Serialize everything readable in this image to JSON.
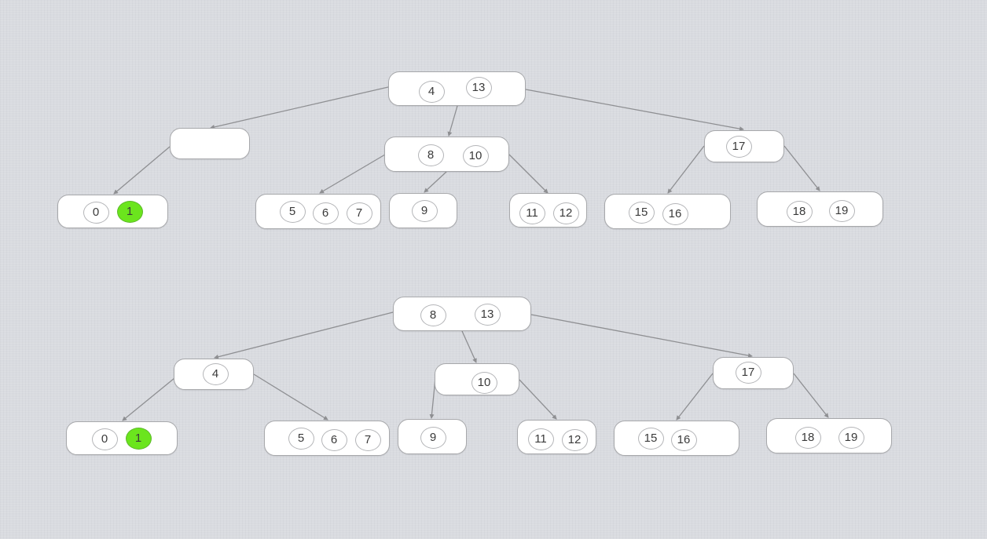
{
  "highlight_color": "#6be51d",
  "trees": [
    {
      "nodes": [
        {
          "id": "A",
          "keys": [
            "4",
            "13"
          ]
        },
        {
          "id": "B",
          "keys": []
        },
        {
          "id": "C",
          "keys": [
            "8",
            "10"
          ]
        },
        {
          "id": "D",
          "keys": [
            "17"
          ]
        },
        {
          "id": "E",
          "keys": [
            "0",
            "1"
          ],
          "highlight": [
            1
          ]
        },
        {
          "id": "F",
          "keys": [
            "5",
            "6",
            "7"
          ]
        },
        {
          "id": "G",
          "keys": [
            "9"
          ]
        },
        {
          "id": "H",
          "keys": [
            "11",
            "12"
          ]
        },
        {
          "id": "I",
          "keys": [
            "15",
            "16"
          ]
        },
        {
          "id": "J",
          "keys": [
            "18",
            "19"
          ]
        }
      ],
      "edges": [
        [
          "A",
          "B"
        ],
        [
          "A",
          "C"
        ],
        [
          "A",
          "D"
        ],
        [
          "B",
          "E"
        ],
        [
          "C",
          "F"
        ],
        [
          "C",
          "G"
        ],
        [
          "C",
          "H"
        ],
        [
          "D",
          "I"
        ],
        [
          "D",
          "J"
        ]
      ]
    },
    {
      "nodes": [
        {
          "id": "A",
          "keys": [
            "8",
            "13"
          ]
        },
        {
          "id": "B",
          "keys": [
            "4"
          ]
        },
        {
          "id": "C",
          "keys": [
            "10"
          ]
        },
        {
          "id": "D",
          "keys": [
            "17"
          ]
        },
        {
          "id": "E",
          "keys": [
            "0",
            "1"
          ],
          "highlight": [
            1
          ]
        },
        {
          "id": "F",
          "keys": [
            "5",
            "6",
            "7"
          ]
        },
        {
          "id": "G",
          "keys": [
            "9"
          ]
        },
        {
          "id": "H",
          "keys": [
            "11",
            "12"
          ]
        },
        {
          "id": "I",
          "keys": [
            "15",
            "16"
          ]
        },
        {
          "id": "J",
          "keys": [
            "18",
            "19"
          ]
        }
      ],
      "edges": [
        [
          "A",
          "B"
        ],
        [
          "A",
          "C"
        ],
        [
          "A",
          "D"
        ],
        [
          "B",
          "E"
        ],
        [
          "B",
          "F"
        ],
        [
          "C",
          "G"
        ],
        [
          "C",
          "H"
        ],
        [
          "D",
          "I"
        ],
        [
          "D",
          "J"
        ]
      ]
    }
  ]
}
